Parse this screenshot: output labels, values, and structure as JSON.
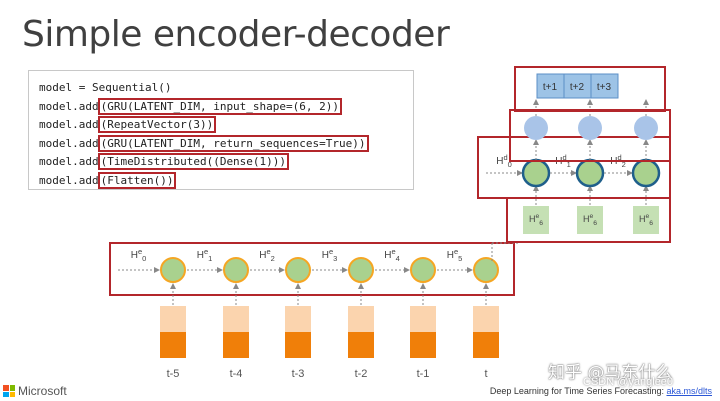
{
  "slide": {
    "title": "Simple encoder-decoder"
  },
  "code": {
    "lines": [
      {
        "prefix": "model = Sequential()",
        "arg": "",
        "suffix": ""
      },
      {
        "prefix": "model.add",
        "arg": "(GRU(LATENT_DIM, input_shape=(6, 2))",
        "suffix": ""
      },
      {
        "prefix": "model.add",
        "arg": "(RepeatVector(3))",
        "suffix": ""
      },
      {
        "prefix": "model.add",
        "arg": "(GRU(LATENT_DIM, return_sequences=True))",
        "suffix": ""
      },
      {
        "prefix": "model.add",
        "arg": "(TimeDistributed((Dense(1)))",
        "suffix": ""
      },
      {
        "prefix": "model.add",
        "arg": "(Flatten())",
        "suffix": ""
      }
    ]
  },
  "diagram": {
    "output_labels": [
      "t+1",
      "t+2",
      "t+3"
    ],
    "decoder_hidden": [
      {
        "base": "H",
        "sup": "d",
        "sub": "0"
      },
      {
        "base": "H",
        "sup": "d",
        "sub": "1"
      },
      {
        "base": "H",
        "sup": "d",
        "sub": "2"
      }
    ],
    "repeat_labels": [
      {
        "base": "H",
        "sup": "e",
        "sub": "6"
      },
      {
        "base": "H",
        "sup": "e",
        "sub": "6"
      },
      {
        "base": "H",
        "sup": "e",
        "sub": "6"
      }
    ],
    "encoder_hidden": [
      {
        "base": "H",
        "sup": "e",
        "sub": "0"
      },
      {
        "base": "H",
        "sup": "e",
        "sub": "1"
      },
      {
        "base": "H",
        "sup": "e",
        "sub": "2"
      },
      {
        "base": "H",
        "sup": "e",
        "sub": "3"
      },
      {
        "base": "H",
        "sup": "e",
        "sub": "4"
      },
      {
        "base": "H",
        "sup": "e",
        "sub": "5"
      }
    ],
    "time_labels": [
      "t-5",
      "t-4",
      "t-3",
      "t-2",
      "t-1",
      "t"
    ],
    "colors": {
      "highlight": "#b3262b",
      "gru_fill": "#a9d18e",
      "gru_stroke": "#f5a623",
      "dec_stroke": "#1f5f8b",
      "dense_fill": "#a9c4e8",
      "output_fill": "#9dc3e6",
      "input_light": "#fbd4ae",
      "input_dark": "#f07f09",
      "repeat_fill": "#c5e0b4"
    }
  },
  "footer": {
    "brand": "Microsoft",
    "credit_text": "Deep Learning for Time Series Forecasting: ",
    "credit_link": "aka.ms/dlts",
    "watermark": "知乎 @马东什么",
    "csdn": "CSDN @yanglee0"
  }
}
